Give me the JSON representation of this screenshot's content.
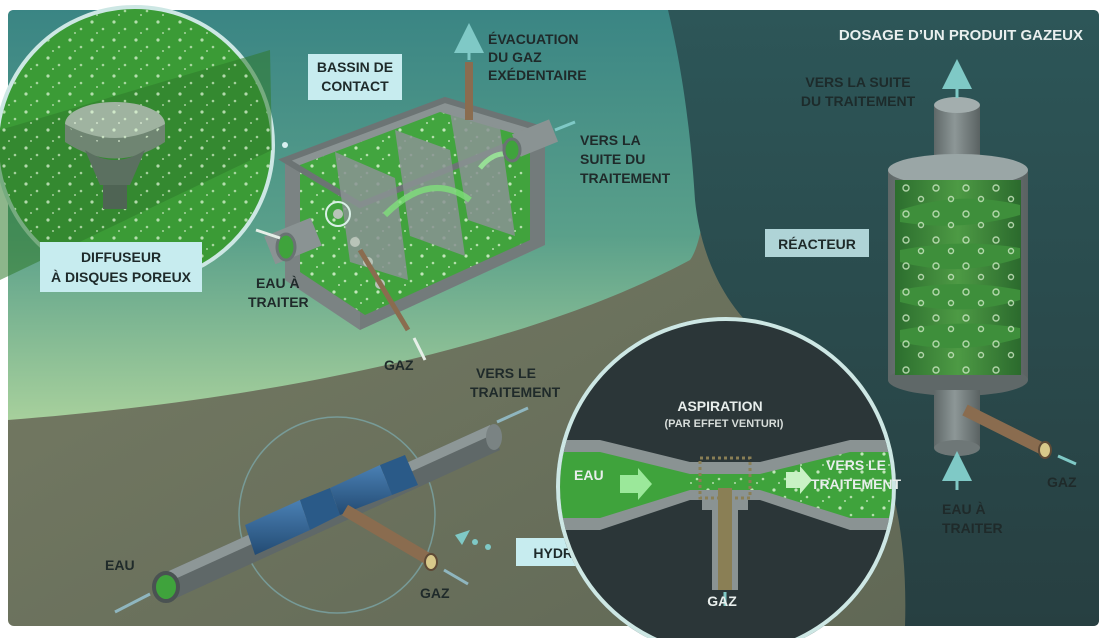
{
  "title": "DOSAGE D’UN PRODUIT GAZEUX",
  "contact_basin": {
    "label_line1": "BASSIN DE",
    "label_line2": "CONTACT",
    "gas_exhaust_line1": "ÉVACUATION",
    "gas_exhaust_line2": "DU GAZ",
    "gas_exhaust_line3": "EXÉDENTAIRE",
    "outlet_line1": "VERS LA",
    "outlet_line2": "SUITE DU",
    "outlet_line3": "TRAITEMENT",
    "inlet_line1": "EAU À",
    "inlet_line2": "TRAITER",
    "gas": "GAZ"
  },
  "diffuser": {
    "label_line1": "DIFFUSEUR",
    "label_line2": "À DISQUES POREUX"
  },
  "reactor": {
    "label": "RÉACTEUR",
    "outlet_line1": "VERS LA SUITE",
    "outlet_line2": "DU TRAITEMENT",
    "inlet_line1": "EAU À",
    "inlet_line2": "TRAITER",
    "gas": "GAZ"
  },
  "hydroejector": {
    "label": "HYDROÉJECTEUR",
    "water": "EAU",
    "gas": "GAZ",
    "outlet_line1": "VERS LE",
    "outlet_line2": "TRAITEMENT"
  },
  "venturi_detail": {
    "aspiration": "ASPIRATION",
    "aspiration_sub": "(PAR EFFET VENTURI)",
    "water": "EAU",
    "outlet_line1": "VERS LE",
    "outlet_line2": "TRAITEMENT",
    "gas": "GAZ"
  },
  "colors": {
    "teal_bg": "#3e8a86",
    "dark_bg": "#2f4a4c",
    "olive_bg": "#6f7760",
    "light_green_bg": "#9ec99a",
    "water_green": "#3fa33c",
    "label_tag": "#c7ecef",
    "pipe_gray": "#7c8585",
    "pipe_blue": "#2f5f8f",
    "pipe_brown": "#8a6c4f"
  }
}
